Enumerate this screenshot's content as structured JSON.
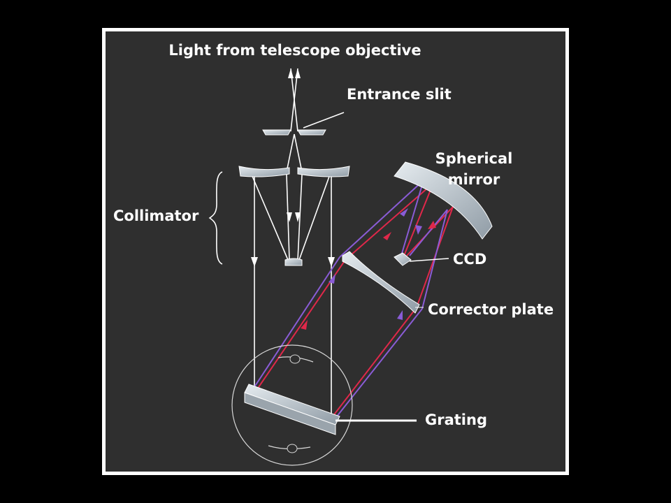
{
  "labels": {
    "light_source": "Light from telescope objective",
    "entrance_slit": "Entrance slit",
    "spherical_mirror_line1": "Spherical",
    "spherical_mirror_line2": "mirror",
    "collimator": "Collimator",
    "ccd": "CCD",
    "corrector_plate": "Corrector plate",
    "grating": "Grating"
  },
  "colors": {
    "outer_background": "#000000",
    "panel_background": "#2f2f2f",
    "frame": "#ffffff",
    "white_rays": "#ffffff",
    "red_rays": "#e0284a",
    "violet_rays": "#8a5cd6",
    "optics_fill": "#b9c3cb"
  },
  "components": [
    "entrance-slit",
    "collimator-mirror",
    "secondary-mirror",
    "diffraction-grating",
    "corrector-plate",
    "spherical-mirror",
    "ccd-detector"
  ]
}
